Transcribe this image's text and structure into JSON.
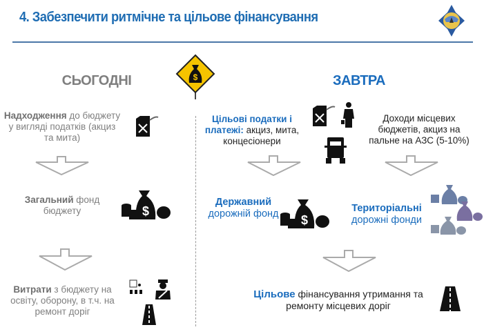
{
  "title": "4. Забезпечити ритмічне та цільове фінансування",
  "today": {
    "heading": "СЬОГОДНІ",
    "step1": {
      "bold": "Надходження",
      "rest": " до бюджету у вигляді податків (акциз та мита)"
    },
    "step2": {
      "bold": "Загальний",
      "rest": " фонд бюджету"
    },
    "step3": {
      "bold": "Витрати",
      "rest": " з бюджету на освіту, оборону, в т.ч. на ремонт доріг"
    }
  },
  "tomorrow": {
    "heading": "ЗАВТРА",
    "source1": {
      "bold": "Цільові податки і платежі:",
      "rest": " акциз, мита, концесіонери"
    },
    "source2": "Доходи місцевих бюджетів, акциз на пальне на АЗС (5-10%)",
    "fund1": {
      "bold": "Державний",
      "rest": "дорожній фонд"
    },
    "fund2": {
      "bold": "Територіальні",
      "rest": "дорожні фонди"
    },
    "result": {
      "bold": "Цільове",
      "rest": " фінансування  утримання та ремонту місцевих доріг"
    }
  },
  "colors": {
    "accent": "#1a6cbd",
    "grey": "#7f7f7f",
    "sign": "#f5c400"
  }
}
